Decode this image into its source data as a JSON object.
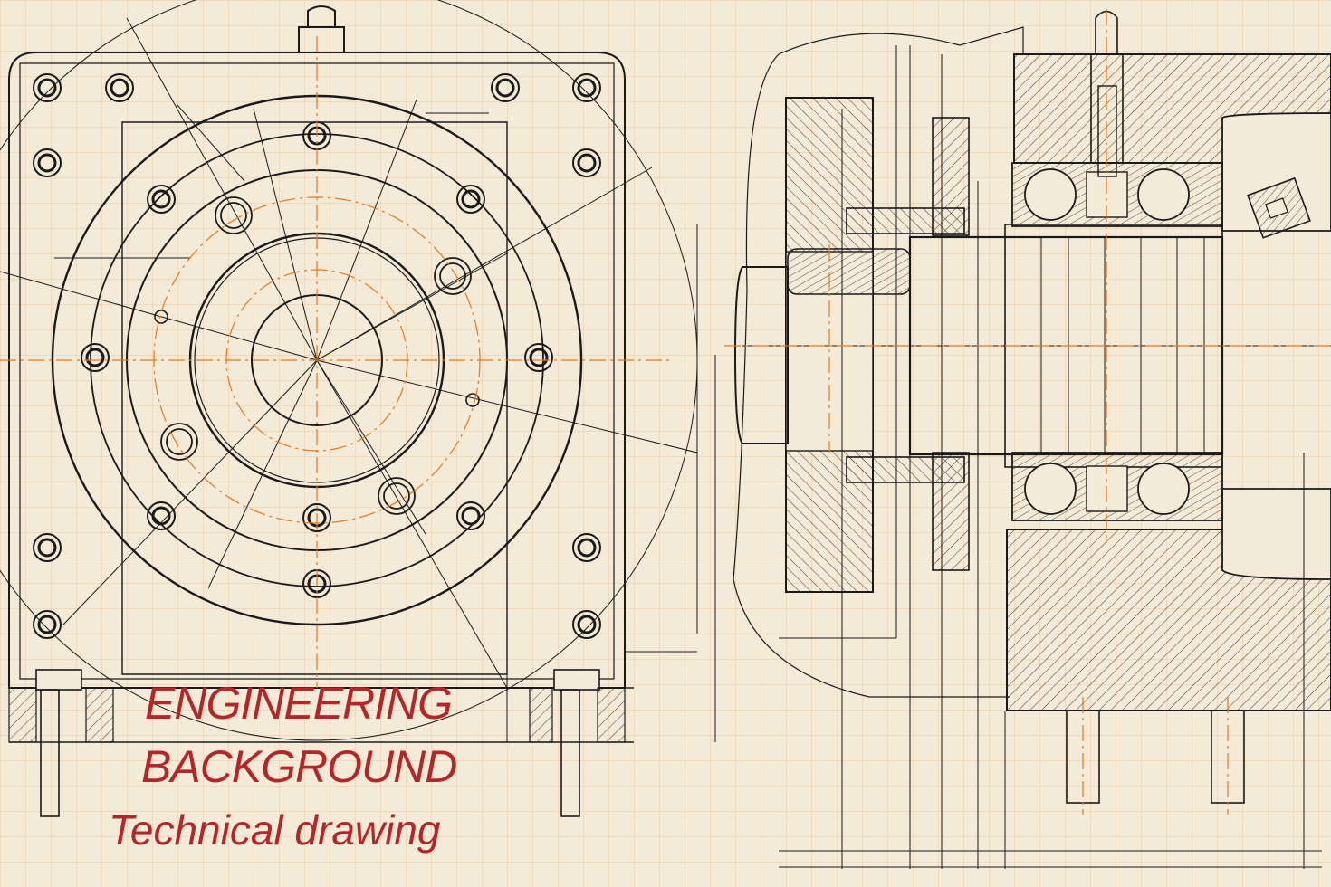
{
  "drawing": {
    "colors": {
      "paper": "#f3ead8",
      "grid": "#e8c9a4",
      "line": "#1a1a1a",
      "centerline": "#e07a1f",
      "hatch": "#3a3a3a",
      "title": "#b3262a"
    },
    "icons": {
      "front_view": "flange-front-view",
      "section_view": "bearing-assembly-section"
    }
  },
  "title": {
    "line1": "ENGINEERING",
    "line2": "BACKGROUND",
    "line3": "Technical drawing"
  }
}
